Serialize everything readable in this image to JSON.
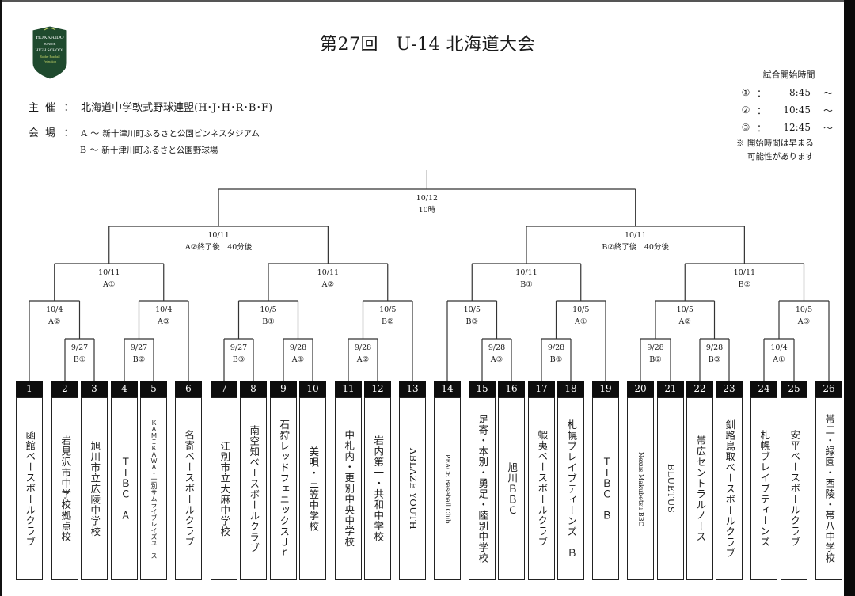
{
  "header": {
    "title": "第27回　U-14 北海道大会",
    "logo": {
      "text_lines": [
        "HOKKAIDO",
        "JUNIOR",
        "HIGH SCHOOL",
        "Rubber Baseball",
        "Federation"
      ],
      "colors": {
        "shield": "#1f4a2e",
        "text": "#ffffff",
        "accent": "#c9d96a"
      }
    }
  },
  "organizer": {
    "label": "主催",
    "colon": "：",
    "value": "北海道中学軟式野球連盟(H･J･H･R･B･F)"
  },
  "venue": {
    "label": "会場",
    "colon": "：",
    "items": [
      {
        "code": "A",
        "sep": "～",
        "name": "新十津川町ふるさと公園ピンネスタジアム"
      },
      {
        "code": "B",
        "sep": "～",
        "name": "新十津川町ふるさと公園野球場"
      }
    ]
  },
  "schedule": {
    "heading": "試合開始時間",
    "slots": [
      {
        "mark": "①",
        "colon": "：",
        "time": "8:45",
        "tilde": "～"
      },
      {
        "mark": "②",
        "colon": "：",
        "time": "10:45",
        "tilde": "～"
      },
      {
        "mark": "③",
        "colon": "：",
        "time": "12:45",
        "tilde": "～"
      }
    ],
    "note_line1": "※ 開始時間は早まる",
    "note_line2": "可能性があります"
  },
  "bracket": {
    "final": {
      "date": "10/12",
      "slot": "10時"
    },
    "semis": [
      {
        "date": "10/11",
        "slot": "A②終了後　40分後"
      },
      {
        "date": "10/11",
        "slot": "B②終了後　40分後"
      }
    ],
    "quarters": [
      {
        "date": "10/11",
        "slot": "A①"
      },
      {
        "date": "10/11",
        "slot": "A②"
      },
      {
        "date": "10/11",
        "slot": "B①"
      },
      {
        "date": "10/11",
        "slot": "B②"
      }
    ],
    "round2": [
      {
        "date": "10/4",
        "slot": "A②"
      },
      {
        "date": "10/4",
        "slot": "A③"
      },
      {
        "date": "10/5",
        "slot": "B①"
      },
      {
        "date": "10/5",
        "slot": "B②"
      },
      {
        "date": "10/5",
        "slot": "B③"
      },
      {
        "date": "10/5",
        "slot": "A①"
      },
      {
        "date": "10/5",
        "slot": "A②"
      },
      {
        "date": "10/5",
        "slot": "A③"
      }
    ],
    "round1": [
      {
        "date": "9/27",
        "slot": "B①"
      },
      {
        "date": "9/27",
        "slot": "B②"
      },
      {
        "date": "9/27",
        "slot": "B③"
      },
      {
        "date": "9/28",
        "slot": "A①"
      },
      {
        "date": "9/28",
        "slot": "A②"
      },
      {
        "date": "9/28",
        "slot": "A③"
      },
      {
        "date": "9/28",
        "slot": "B①"
      },
      {
        "date": "9/28",
        "slot": "B②"
      },
      {
        "date": "9/28",
        "slot": "B③"
      },
      {
        "date": "10/4",
        "slot": "A①"
      }
    ]
  },
  "teams": [
    {
      "no": "1",
      "name": "函館ベースボールクラブ"
    },
    {
      "no": "2",
      "name": "岩見沢市中学校拠点校"
    },
    {
      "no": "3",
      "name": "旭川市立広陵中学校"
    },
    {
      "no": "4",
      "name": "ＴＴＢＣ　Ａ"
    },
    {
      "no": "5",
      "name": "ＫＡＭＩＫＡＷＡ・士別サムライブレイズユース"
    },
    {
      "no": "6",
      "name": "名寄ベースボールクラブ"
    },
    {
      "no": "7",
      "name": "江別市立大麻中学校"
    },
    {
      "no": "8",
      "name": "南空知ベースボールクラブ"
    },
    {
      "no": "9",
      "name": "石狩レッドフェニックスＪｒ"
    },
    {
      "no": "10",
      "name": "美唄・三笠中学校"
    },
    {
      "no": "11",
      "name": "中札内・更別中央中学校"
    },
    {
      "no": "12",
      "name": "岩内第一・共和中学校"
    },
    {
      "no": "13",
      "name": "ABLAZE YOUTH"
    },
    {
      "no": "14",
      "name": "PEACE Baseball Club"
    },
    {
      "no": "15",
      "name": "足寄・本別・勇足・陸別中学校"
    },
    {
      "no": "16",
      "name": "旭川ＢＢＣ"
    },
    {
      "no": "17",
      "name": "蝦夷ベースボールクラブ"
    },
    {
      "no": "18",
      "name": "札幌ブレイブティーンズ　Ｂ"
    },
    {
      "no": "19",
      "name": "ＴＴＢＣ　Ｂ"
    },
    {
      "no": "20",
      "name": "Nexus Makubetsu BBC"
    },
    {
      "no": "21",
      "name": "BLUETUS"
    },
    {
      "no": "22",
      "name": "帯広セントラルノース"
    },
    {
      "no": "23",
      "name": "釧路鳥取ベースボールクラブ"
    },
    {
      "no": "24",
      "name": "札幌ブレイブティーンズ"
    },
    {
      "no": "25",
      "name": "安平ベースボールクラブ"
    },
    {
      "no": "26",
      "name": "帯二・緑園・西陵・帯八中学校"
    }
  ],
  "colors": {
    "line": "#333333",
    "team_header_bg": "#0d0d0d",
    "team_header_text": "#ffffff",
    "frame": "#0a0a0a"
  }
}
